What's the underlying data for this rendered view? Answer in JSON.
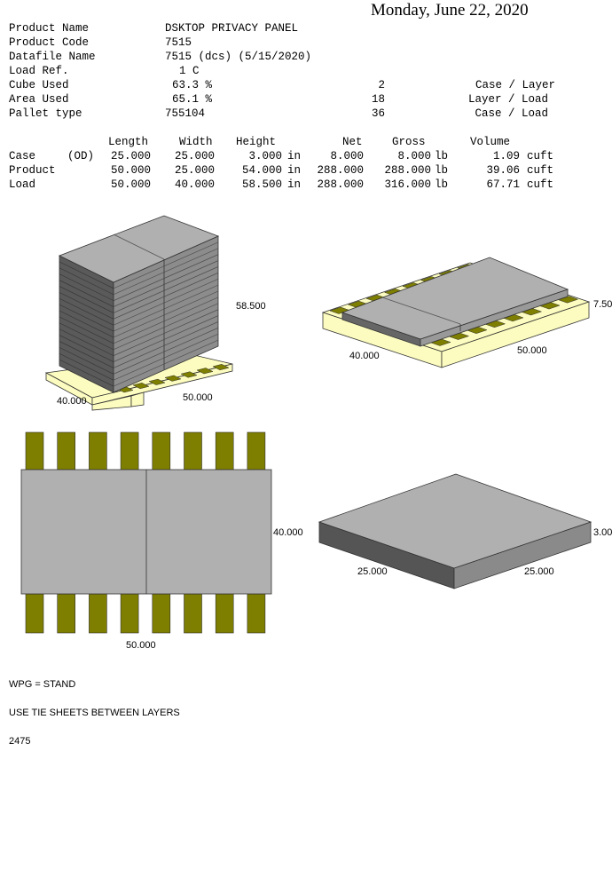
{
  "date": "Monday, June 22, 2020",
  "info": {
    "product_name": {
      "label": "Product Name",
      "value": "DSKTOP PRIVACY PANEL"
    },
    "product_code": {
      "label": "Product Code",
      "value": "7515"
    },
    "datafile_name": {
      "label": "Datafile Name",
      "value": "7515 (dcs) (5/15/2020)"
    },
    "load_ref": {
      "label": "Load Ref.",
      "value": "1 C"
    },
    "cube_used": {
      "label": "Cube Used",
      "value": "63.3 %",
      "count": "2",
      "unit": "Case / Layer"
    },
    "area_used": {
      "label": "Area Used",
      "value": "65.1 %",
      "count": "18",
      "unit": "Layer / Load"
    },
    "pallet_type": {
      "label": "Pallet type",
      "value": "755104",
      "count": "36",
      "unit": "Case / Load"
    }
  },
  "table": {
    "headers": {
      "length": "Length",
      "width": "Width",
      "height": "Height",
      "net": "Net",
      "gross": "Gross",
      "volume": "Volume"
    },
    "rows": [
      {
        "name": "Case",
        "tag": "(OD)",
        "length": "25.000",
        "width": "25.000",
        "height": "3.000",
        "hunit": "in",
        "net": "8.000",
        "gross": "8.000",
        "wunit": "lb",
        "volume": "1.09",
        "vunit": "cuft"
      },
      {
        "name": "Product",
        "tag": "",
        "length": "50.000",
        "width": "25.000",
        "height": "54.000",
        "hunit": "in",
        "net": "288.000",
        "gross": "288.000",
        "wunit": "lb",
        "volume": "39.06",
        "vunit": "cuft"
      },
      {
        "name": "Load",
        "tag": "",
        "length": "50.000",
        "width": "40.000",
        "height": "58.500",
        "hunit": "in",
        "net": "288.000",
        "gross": "316.000",
        "wunit": "lb",
        "volume": "67.71",
        "vunit": "cuft"
      }
    ]
  },
  "diagrams": {
    "stack": {
      "height": "58.500",
      "depth": "40.000",
      "width": "50.000"
    },
    "layer": {
      "height": "7.50",
      "depth": "40.000",
      "width": "50.000"
    },
    "top_view": {
      "depth": "40.000",
      "width": "50.000"
    },
    "case": {
      "height": "3.00",
      "width": "25.000",
      "length": "25.000"
    }
  },
  "notes": [
    "WPG = STAND",
    "USE TIE SHEETS BETWEEN LAYERS",
    "2475"
  ],
  "colors": {
    "case_top": "#b0b0b0",
    "case_front": "#8a8a8a",
    "case_side": "#555555",
    "pallet": "#fcfcc0",
    "slat_dark": "#7e7e00"
  }
}
